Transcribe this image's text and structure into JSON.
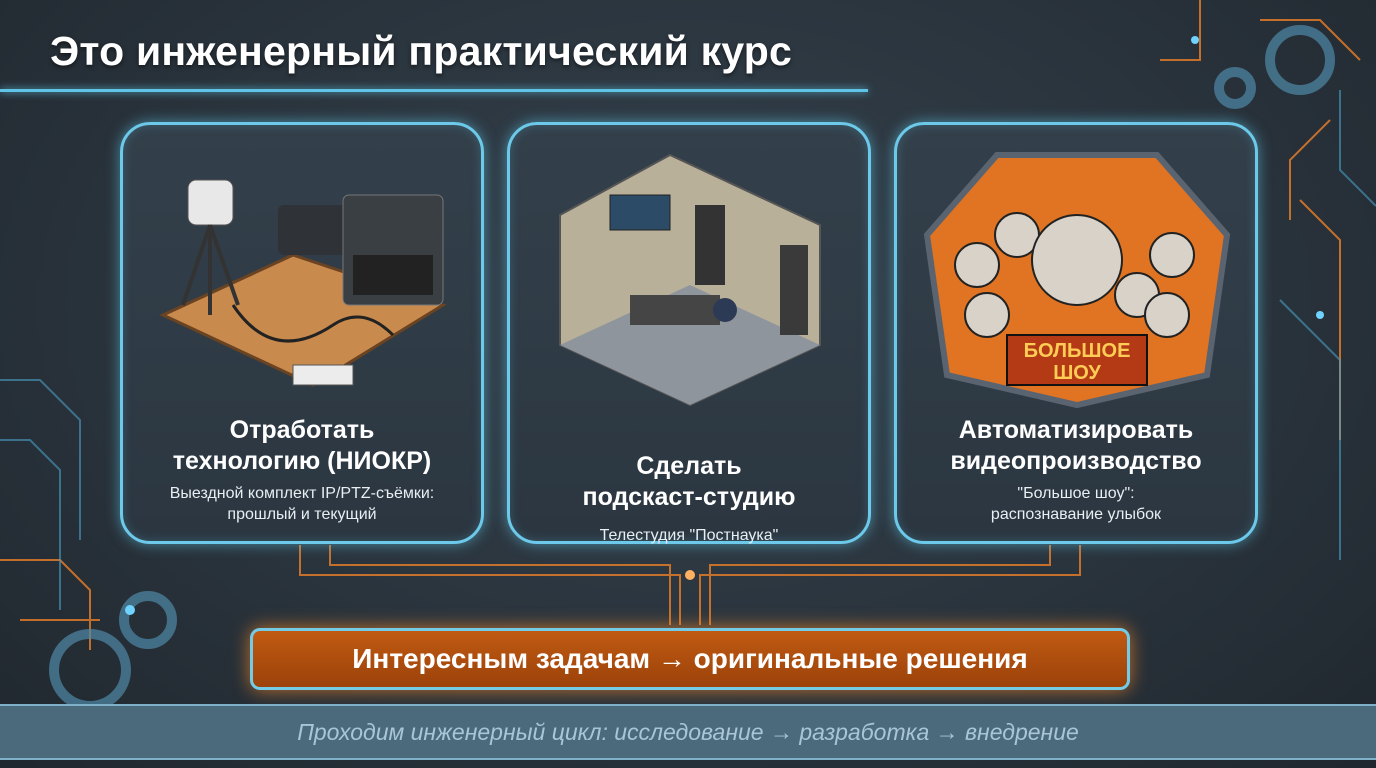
{
  "slide": {
    "title": "Это инженерный практический курс",
    "cards": [
      {
        "title": "Отработать технологию (НИОКР)",
        "subtitle_line1": "Выездной комплект IP/PTZ-съёмки:",
        "subtitle_line2": "прошлый и текущий",
        "illustration": "ptz-camera-field-kit"
      },
      {
        "title_line1": "Сделать",
        "title_line2": "подскаст-студию",
        "subtitle": "Телестудия \"Постнаука\"",
        "illustration": "podcast-studio-room"
      },
      {
        "title_line1": "Автоматизировать",
        "title_line2": "видеопроизводство",
        "subtitle_line1": "\"Большое шоу\":",
        "subtitle_line2": "распознавание улыбок",
        "illustration": "big-show-faces",
        "logo_text_line1": "БОЛЬШОЕ",
        "logo_text_line2": "ШОУ"
      }
    ],
    "banner": "Интересным задачам → оригинальные решения",
    "footer": "Проходим инженерный цикл: исследование → разработка → внедрение"
  },
  "colors": {
    "accent_cyan": "#5fc4e6",
    "accent_orange": "#f08a2a",
    "banner_bg": "#b04f0f",
    "footer_bg": "#4b6b7d"
  }
}
